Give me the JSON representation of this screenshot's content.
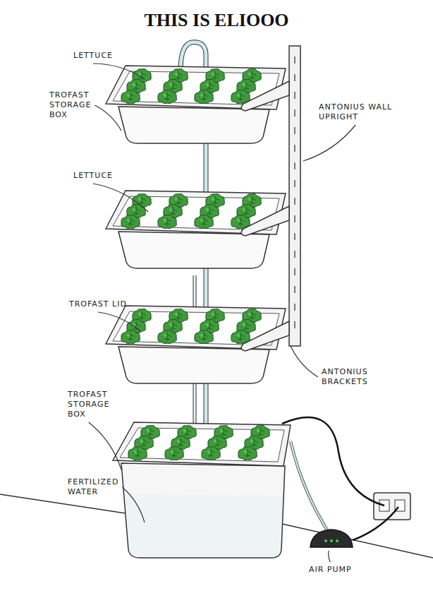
{
  "diagram": {
    "title": "THIS IS ELIOOO",
    "labels": [
      "LETTUCE",
      "TROFAST STORAGE BOX",
      "ANTONIUS WALL UPRIGHT",
      "LETTUCE",
      "TROFAST LID",
      "ANTONIUS BRACKETS",
      "TROFAST STORAGE BOX",
      "FERTILIZED WATER",
      "AIR PUMP"
    ]
  }
}
